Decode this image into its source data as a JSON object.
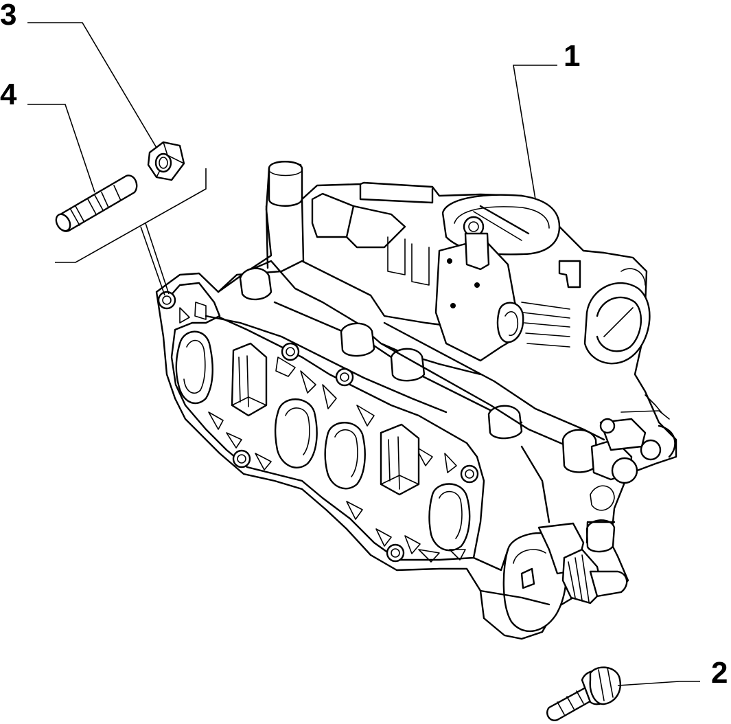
{
  "diagram": {
    "callouts": [
      {
        "id": "1",
        "label": "1"
      },
      {
        "id": "2",
        "label": "2"
      },
      {
        "id": "3",
        "label": "3"
      },
      {
        "id": "4",
        "label": "4"
      }
    ],
    "parts": [
      {
        "callout": "1",
        "icon": "intake-manifold-icon"
      },
      {
        "callout": "2",
        "icon": "flange-bolt-icon"
      },
      {
        "callout": "3",
        "icon": "hex-nut-icon"
      },
      {
        "callout": "4",
        "icon": "threaded-stud-icon"
      }
    ],
    "colors": {
      "line": "#000000",
      "background": "#ffffff"
    }
  }
}
